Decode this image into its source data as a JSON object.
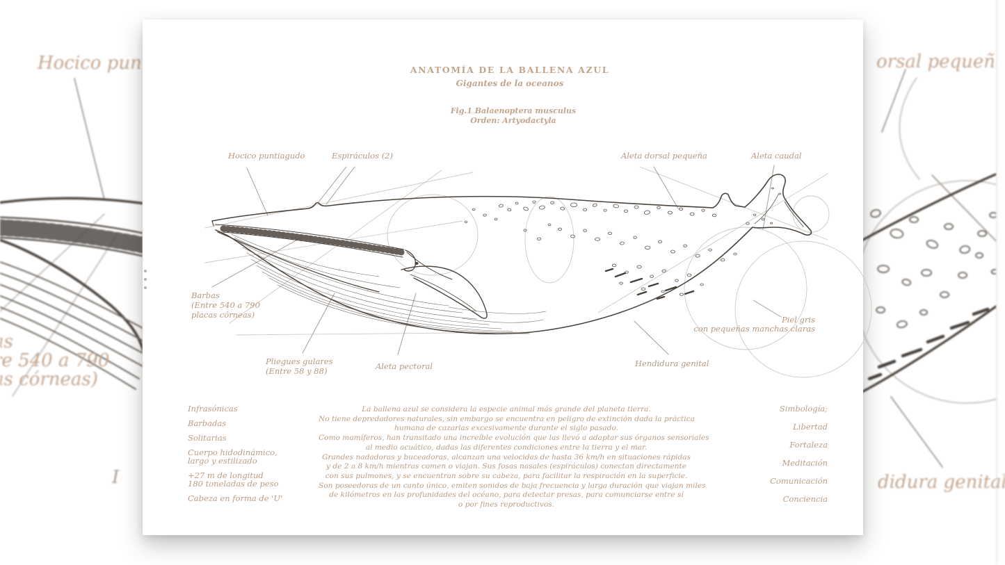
{
  "poster": {
    "title": "ANATOMÍA DE LA BALLENA AZUL",
    "subtitle": "Gigantes de la oceanos",
    "figure_caption_line1": "Fig.1 Balaenoptera musculus",
    "figure_caption_line2": "Orden: Artyodactyla",
    "labels": {
      "hocico": "Hocico puntiagudo",
      "espiraculos": "Espiráculos (2)",
      "aleta_dorsal": "Aleta dorsal pequeña",
      "aleta_caudal": "Aleta caudal",
      "barbas_1": "Barbas",
      "barbas_2": "(Entre 540 a 790",
      "barbas_3": "placas córneas)",
      "pliegues_1": "Pliegues gulares",
      "pliegues_2": "(Entre 58 y 88)",
      "aleta_pectoral": "Aleta pectoral",
      "hendidura": "Hendidura genital",
      "piel_1": "Piel gris",
      "piel_2": "con pequeñas manchas claras"
    },
    "facts": [
      "Infrasónicas",
      "Barbadas",
      "Solitarias",
      "Cuerpo hidodinámico,",
      "largo y estilizado",
      "+27 m de longitud",
      "180 toneladas de peso",
      "Cabeza en forma de 'U'"
    ],
    "paragraph": {
      "lines": [
        "La ballena azul se considera la especie animal más grande del planeta tierra.",
        "No tiene depredadores naturales, sin embargo se encuentra en peligro de extinción dada la práctica",
        "humana de cazarlas excesivamente durante el siglo pasado.",
        "Como mamíferos, han transitado una increíble evolución que las llevó a adaptar sus órganos sensoriales",
        "al medio acuático, dadas las diferentes condiciones entre la tierra y el mar.",
        "Grandes nadadoras y buceadoras, alcanzan una velocidas de hasta 36 km/h en situaciones rápidas",
        "y de 2 a 8 km/h mientras comen o viajan. Sus fosas nasales (espiráculos) conectan directamente",
        "con sus pulmones, y se encuentran sobre su cabeza, para facilitar la respiración en la superficie.",
        "Son poseedoras de un canto único, emiten sonidos de baja frecuencia y larga duración que viajan miles",
        "de kilómetros en las profunidades del océano, para detectar presas, para comunciarse entre sí",
        "o por fines reproductivos."
      ]
    },
    "symbols": {
      "heading": "Simbología;",
      "items": [
        "Libertad",
        "Fortaleza",
        "Meditación",
        "Comunicación",
        "Conciencia"
      ]
    }
  },
  "background": {
    "left_fragment": {
      "label_top": "Hocico punti",
      "text_line1": "as",
      "text_line2": "re 540 a 790",
      "text_line3": "as córneas)",
      "small_mark": "I"
    },
    "right_fragment": {
      "label_top": "orsal pequeña",
      "label_bottom": "didura genital"
    }
  },
  "colors": {
    "title_tan": "#c2a58d",
    "text_tan": "#bd9c83",
    "label_tan": "#b8977e",
    "ink": "#4b433c",
    "construction_gray": "#cdc9c5",
    "leader_gray": "#a69d96",
    "card_bg": "#ffffff"
  }
}
